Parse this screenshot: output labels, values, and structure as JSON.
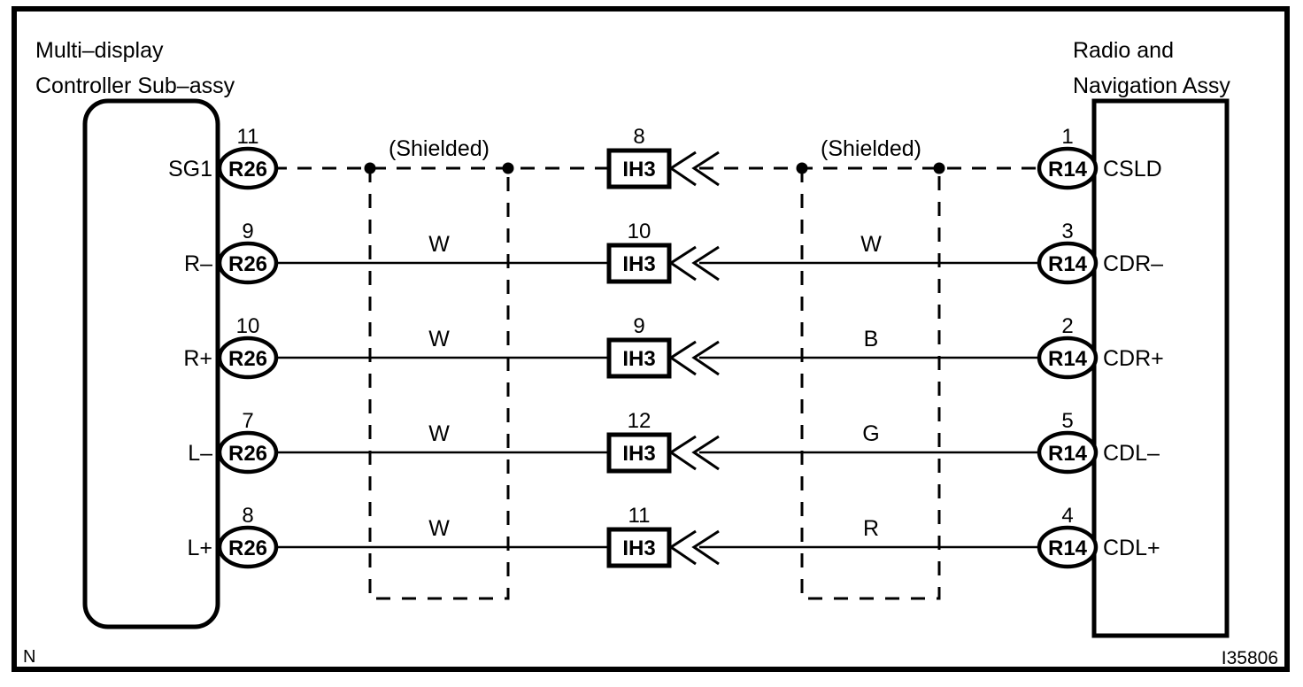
{
  "meta": {
    "corner_mark": "N",
    "figure_code": "I35806"
  },
  "left_unit": {
    "title_line1": "Multi–display",
    "title_line2": "Controller Sub–assy",
    "connector_code": "R26"
  },
  "right_unit": {
    "title_line1": "Radio and",
    "title_line2": "Navigation Assy",
    "connector_code": "R14"
  },
  "inline_connector": {
    "code": "IH3"
  },
  "shield_labels": {
    "left": "(Shielded)",
    "right": "(Shielded)"
  },
  "rows": [
    {
      "left_pin_number": "11",
      "left_pin_name": "SG1",
      "left_connector": "R26",
      "wire_left_color": "",
      "splice_number": "8",
      "splice_code": "IH3",
      "wire_right_color": "",
      "right_pin_number": "1",
      "right_pin_name": "CSLD",
      "right_connector": "R14",
      "line_style": "dashed"
    },
    {
      "left_pin_number": "9",
      "left_pin_name": "R–",
      "left_connector": "R26",
      "wire_left_color": "W",
      "splice_number": "10",
      "splice_code": "IH3",
      "wire_right_color": "W",
      "right_pin_number": "3",
      "right_pin_name": "CDR–",
      "right_connector": "R14",
      "line_style": "solid"
    },
    {
      "left_pin_number": "10",
      "left_pin_name": "R+",
      "left_connector": "R26",
      "wire_left_color": "W",
      "splice_number": "9",
      "splice_code": "IH3",
      "wire_right_color": "B",
      "right_pin_number": "2",
      "right_pin_name": "CDR+",
      "right_connector": "R14",
      "line_style": "solid"
    },
    {
      "left_pin_number": "7",
      "left_pin_name": "L–",
      "left_connector": "R26",
      "wire_left_color": "W",
      "splice_number": "12",
      "splice_code": "IH3",
      "wire_right_color": "G",
      "right_pin_number": "5",
      "right_pin_name": "CDL–",
      "right_connector": "R14",
      "line_style": "solid"
    },
    {
      "left_pin_number": "8",
      "left_pin_name": "L+",
      "left_connector": "R26",
      "wire_left_color": "W",
      "splice_number": "11",
      "splice_code": "IH3",
      "wire_right_color": "R",
      "right_pin_number": "4",
      "right_pin_name": "CDL+",
      "right_connector": "R14",
      "line_style": "solid"
    }
  ],
  "colors": {
    "ink": "#000000",
    "paper": "#ffffff"
  }
}
